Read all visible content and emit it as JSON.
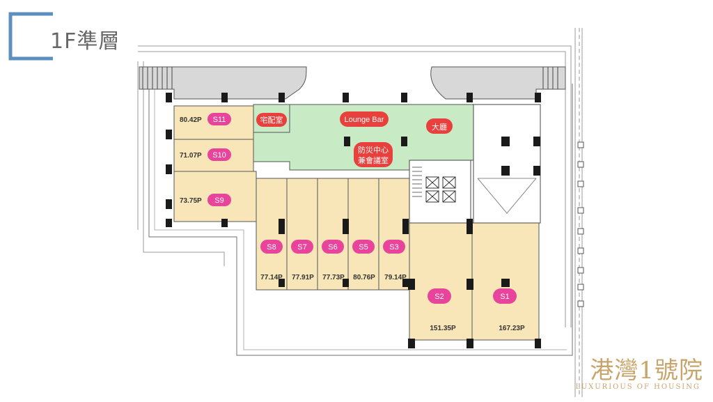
{
  "title": "1F準層",
  "brand": {
    "name": "港灣1號院",
    "tagline": "LUXURIOUS OF HOUSING"
  },
  "colors": {
    "retail": "#f8e6b8",
    "lobby": "#c8ebc5",
    "label_pink": "#e9449b",
    "label_red": "#e8413d",
    "accent_blue": "#5b8fbf",
    "brand_gold": "#c9a46a"
  },
  "plan": {
    "facilities": {
      "delivery": "宅配室",
      "lounge": "Lounge Bar",
      "hall": "大廳",
      "control": [
        "防災中心",
        "兼會議室"
      ]
    },
    "units": [
      {
        "id": "S11",
        "area": "80.42P"
      },
      {
        "id": "S10",
        "area": "71.07P"
      },
      {
        "id": "S9",
        "area": "73.75P"
      },
      {
        "id": "S8",
        "area": "77.14P"
      },
      {
        "id": "S7",
        "area": "77.91P"
      },
      {
        "id": "S6",
        "area": "77.73P"
      },
      {
        "id": "S5",
        "area": "80.76P"
      },
      {
        "id": "S3",
        "area": "79.14P"
      },
      {
        "id": "S2",
        "area": "151.35P"
      },
      {
        "id": "S1",
        "area": "167.23P"
      }
    ]
  }
}
